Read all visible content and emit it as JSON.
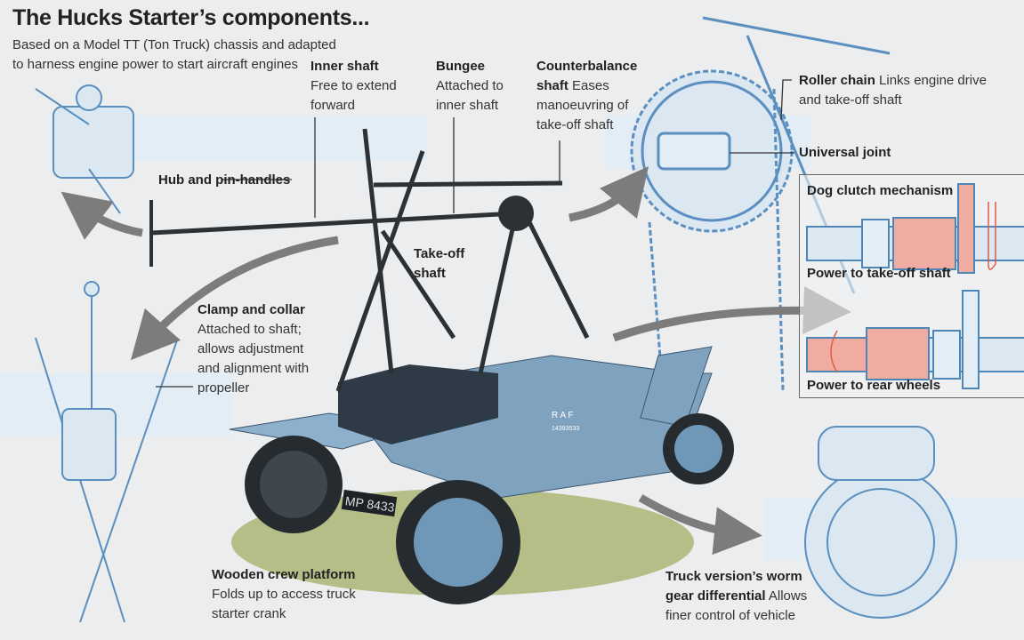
{
  "title": "The Hucks Starter’s components...",
  "subtitle": [
    "Based on a Model TT (Ton Truck) chassis and adapted",
    "to harness engine power to start aircraft engines"
  ],
  "labels": {
    "inner_shaft": {
      "title": "Inner shaft",
      "desc": [
        "Free to extend",
        "forward"
      ]
    },
    "bungee": {
      "title": "Bungee",
      "desc": [
        "Attached to",
        "inner shaft"
      ]
    },
    "counterbalance": {
      "title": "Counterbalance",
      "title2": "shaft",
      "desc_inline": " Eases",
      "desc": [
        "manoeuvring of",
        "take-off shaft"
      ]
    },
    "roller_chain": {
      "title": "Roller chain",
      "desc_inline": " Links engine drive",
      "desc": [
        "and take-off shaft"
      ]
    },
    "universal_joint": {
      "title": "Universal joint"
    },
    "hub": {
      "title": "Hub and pin-handles"
    },
    "takeoff_shaft": {
      "title": [
        "Take-off",
        "shaft"
      ]
    },
    "clamp": {
      "title": "Clamp and collar",
      "desc": [
        "Attached to shaft;",
        "allows adjustment",
        "and alignment with",
        "propeller"
      ]
    },
    "platform": {
      "title": "Wooden crew platform",
      "desc": [
        "Folds up to access truck",
        "starter crank"
      ]
    },
    "worm_gear": {
      "title": "Truck version’s worm",
      "title2": "gear differential",
      "desc_inline": " Allows",
      "desc": [
        "finer control of vehicle"
      ]
    }
  },
  "dog_clutch": {
    "title": "Dog clutch mechanism",
    "state1": "Power to take-off shaft",
    "state2": "Power to rear wheels"
  },
  "truck": {
    "plate": "MP 8433",
    "side_marking": "R A F",
    "serial": "14393533"
  },
  "colors": {
    "truck_blue": "#7fa3bf",
    "line_blue": "#4f86b8",
    "clutch_pink": "#f0aca0",
    "arrow_grey": "#7c7c7c"
  }
}
